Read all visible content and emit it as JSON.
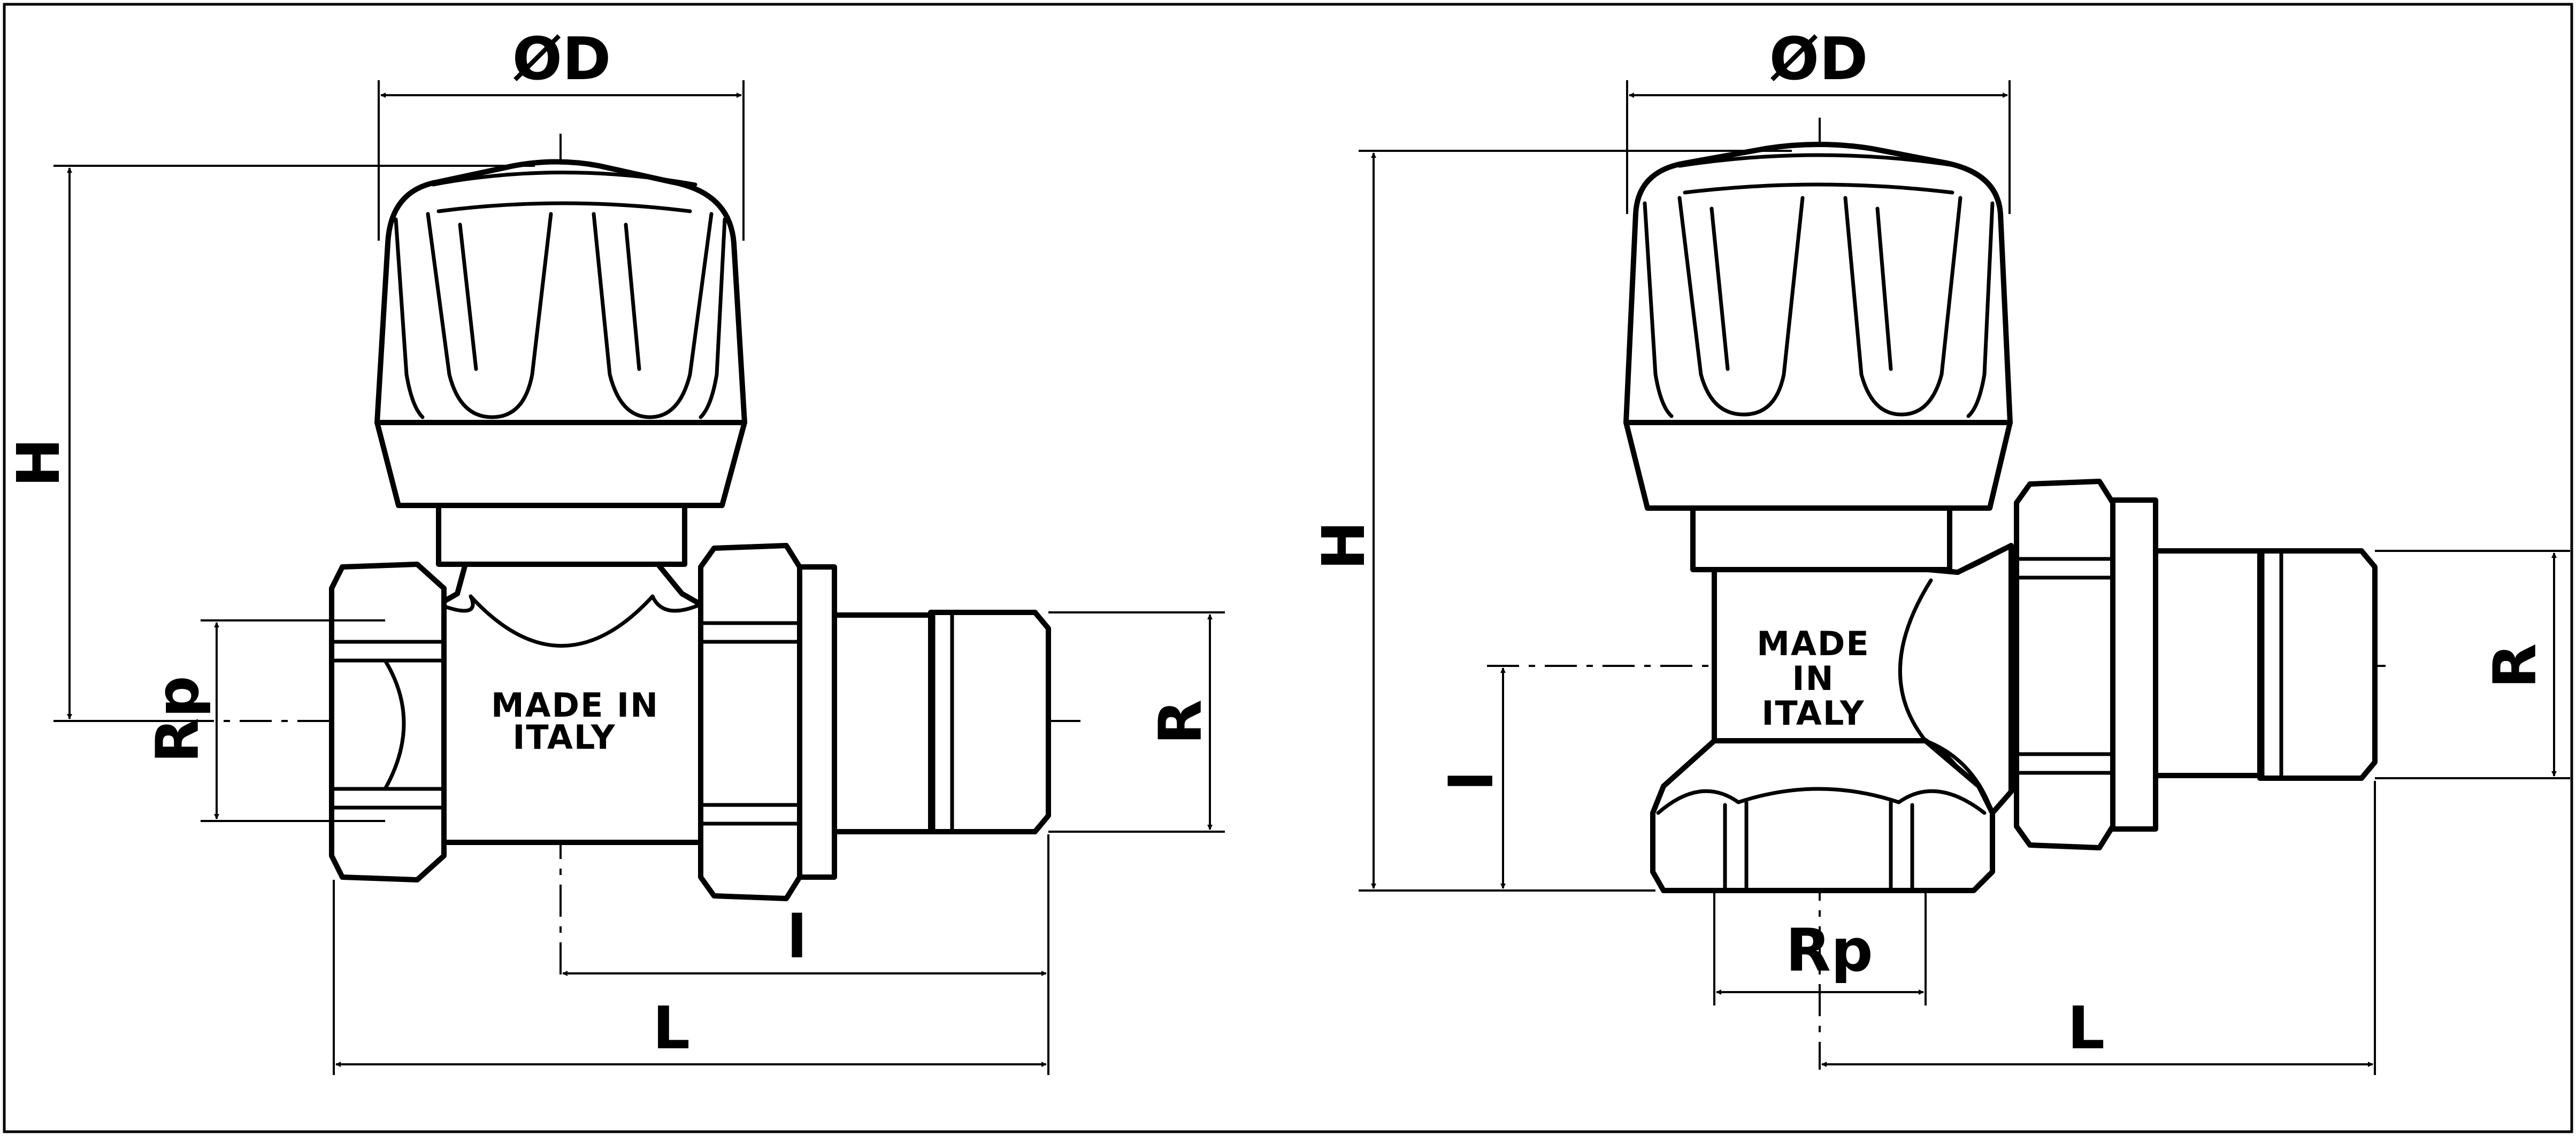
{
  "left_valve": {
    "dim_diameter": "ØD",
    "dim_height": "H",
    "dim_inlet": "Rp",
    "dim_outlet": "R",
    "dim_offset": "l",
    "dim_length": "L",
    "marking_line1": "MADE IN",
    "marking_line2": "ITALY"
  },
  "right_valve": {
    "dim_diameter": "ØD",
    "dim_height": "H",
    "dim_inlet": "Rp",
    "dim_outlet": "R",
    "dim_offset": "l",
    "dim_length": "L",
    "marking_line1": "MADE",
    "marking_line2": "IN",
    "marking_line3": "ITALY"
  }
}
